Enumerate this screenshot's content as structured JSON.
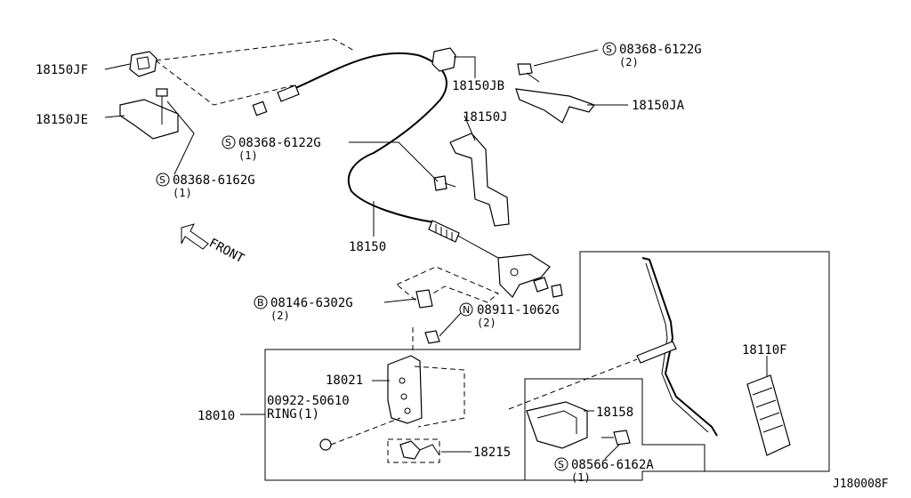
{
  "labels": {
    "p18150JF": "18150JF",
    "p18150JE": "18150JE",
    "p18150JB": "18150JB",
    "p18150JA": "18150JA",
    "p18150J": "18150J",
    "p18150": "18150",
    "p18021": "18021",
    "p00922": "00922-50610",
    "ring": "RING(1)",
    "p18010": "18010",
    "p18215": "18215",
    "p18158": "18158",
    "p18110F": "18110F",
    "front": "FRONT",
    "diagram_code": "J180008F"
  },
  "callouts": {
    "s1": {
      "symbol": "S",
      "part": "08368-6122G",
      "qty": "(2)"
    },
    "s2": {
      "symbol": "S",
      "part": "08368-6122G",
      "qty": "(1)"
    },
    "s3": {
      "symbol": "S",
      "part": "08368-6162G",
      "qty": "(1)"
    },
    "b1": {
      "symbol": "B",
      "part": "08146-6302G",
      "qty": "(2)"
    },
    "n1": {
      "symbol": "N",
      "part": "08911-1062G",
      "qty": "(2)"
    },
    "s4": {
      "symbol": "S",
      "part": "08566-6162A",
      "qty": "(1)"
    }
  }
}
